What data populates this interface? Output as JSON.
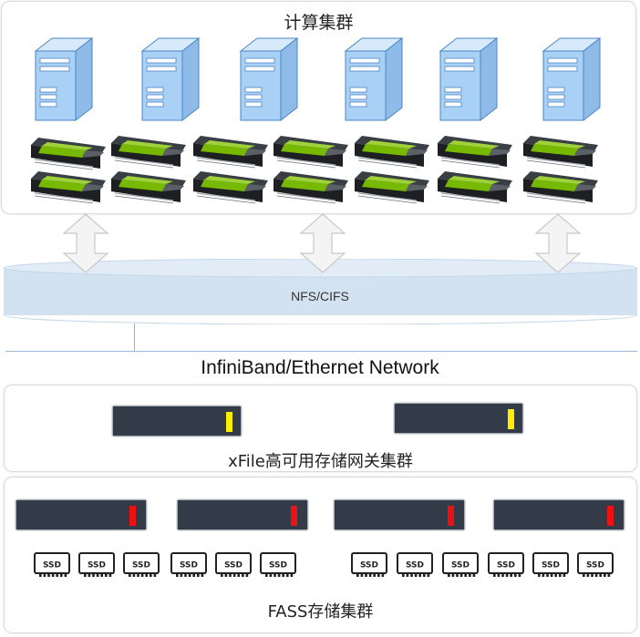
{
  "compute": {
    "title": "计算集群",
    "server_count": 6,
    "gpu_count": 14
  },
  "nas": {
    "label": "NFS/CIFS"
  },
  "network": {
    "label": "InfiniBand/Ethernet Network"
  },
  "gateway": {
    "title": "xFile高可用存储网关集群",
    "node_count": 2,
    "indicator_color": "#ffee00"
  },
  "storage": {
    "title": "FASS存储集群",
    "node_count": 4,
    "indicator_color": "#ee1111",
    "ssd_label": "SSD",
    "ssd_count": 12
  },
  "colors": {
    "server_blue": "#a9d0f5",
    "gpu_green": "#76b900",
    "node_dark": "#333a48",
    "nas_band": "#d3e2f1"
  }
}
